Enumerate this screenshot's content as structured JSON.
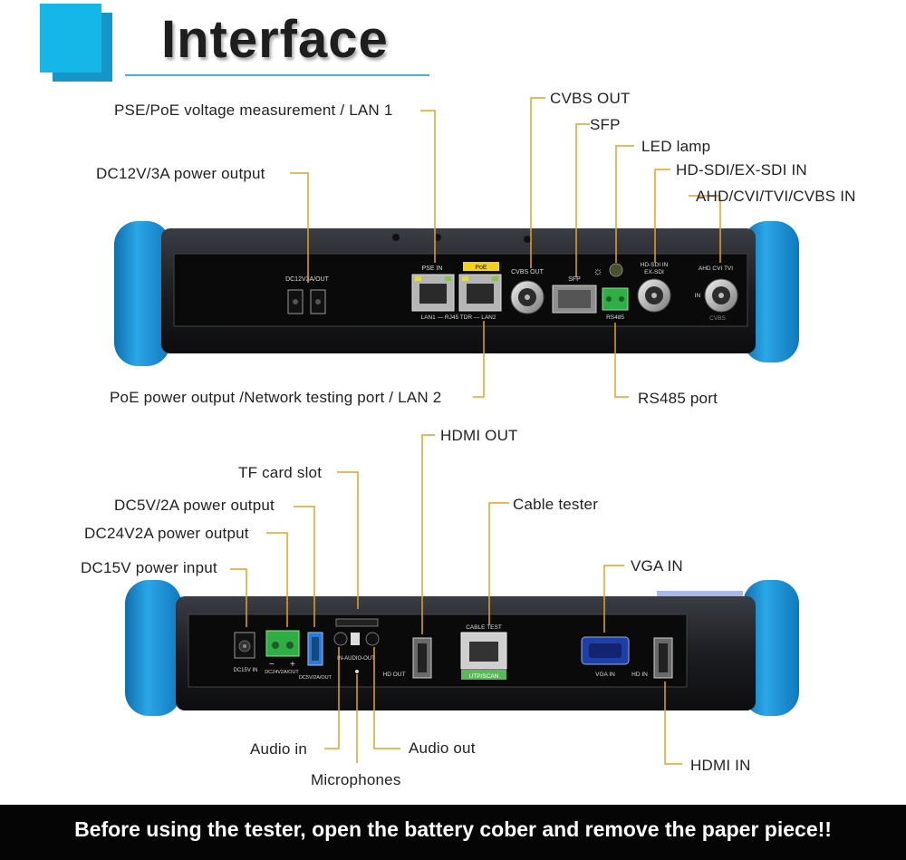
{
  "title": "Interface",
  "top_panel": {
    "labels": {
      "pse": "PSE/PoE voltage measurement / LAN 1",
      "dc12": "DC12V/3A power output",
      "cvbs_out": "CVBS OUT",
      "sfp": "SFP",
      "led": "LED lamp",
      "hdsdi": "HD-SDI/EX-SDI IN",
      "ahd": "AHD/CVI/TVI/CVBS IN",
      "poe_out": "PoE power output /Network testing port / LAN 2",
      "rs485": "RS485 port"
    },
    "silk": {
      "dc12": "DC12V3A/OUT",
      "pse_in": "PSE IN",
      "poe": "PoE",
      "lan_row": "LAN1 — RJ45 TDR — LAN2",
      "cvbs_out": "CVBS OUT",
      "sfp": "SFP",
      "rs485": "RS485",
      "hdsdi_1": "HD-SDI IN",
      "hdsdi_2": "EX-SDI",
      "ahd": "AHD CVI TVI",
      "in": "IN",
      "cvbs": "CVBS"
    }
  },
  "bottom_panel": {
    "labels": {
      "hdmi_out": "HDMI OUT",
      "tf": "TF card slot",
      "dc5": "DC5V/2A power output",
      "cable": "Cable tester",
      "dc24": "DC24V2A power output",
      "vga": "VGA IN",
      "dc15": "DC15V power input",
      "audio_in": "Audio in",
      "audio_out": "Audio out",
      "mic": "Microphones",
      "hdmi_in": "HDMI IN"
    },
    "silk": {
      "dc15": "DC15V IN",
      "dc24": "DC24V2A/OUT",
      "dc5": "DC5V/2A/OUT",
      "audio": "IN-AUDIO-OUT",
      "hd_out": "HD OUT",
      "cable_test": "CABLE TEST",
      "utp": "UTP/SCAN",
      "vga_in": "VGA IN",
      "hd_in": "HD IN"
    }
  },
  "banner": "Before using the tester, open the battery cober and remove the paper piece!!"
}
